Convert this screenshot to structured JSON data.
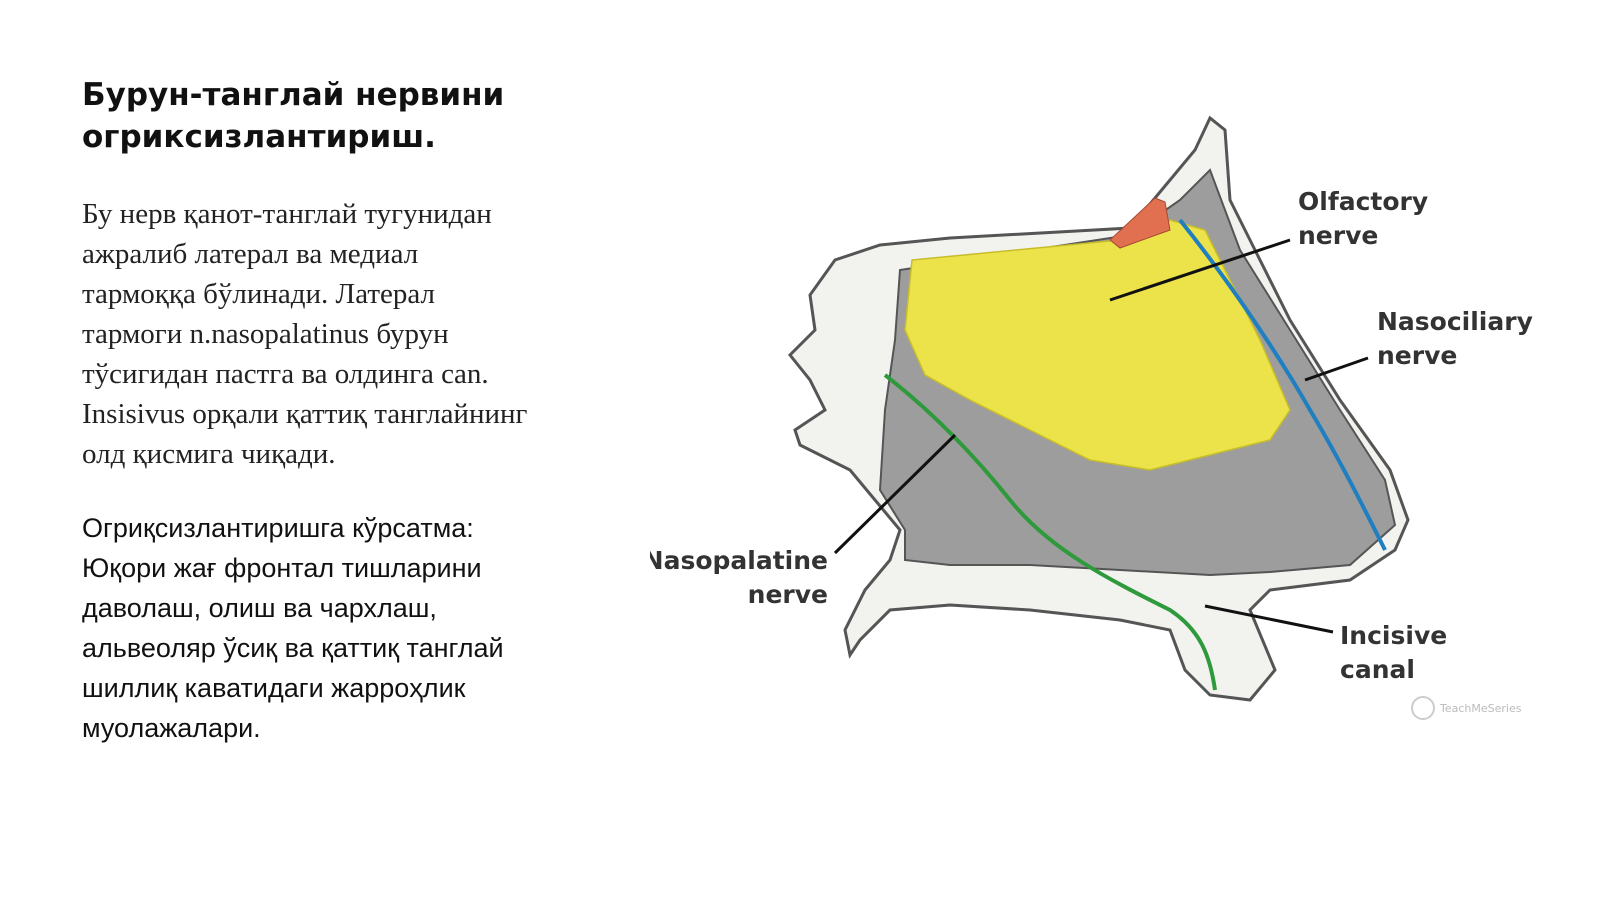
{
  "slide": {
    "title": "Бурун-танглай нервини\nогриксизлантириш.",
    "paragraph1": "Бу нерв қанот-танглай тугунидан\nажралиб латерал ва медиал\nтармоққа бўлинади. Латерал\nтармоги n.nasopalatinus бурун\nтўсигидан пастга ва олдинга can.\nInsisivus орқали қаттиқ танглайнинг\nолд қисмига чиқади.",
    "paragraph2": "Огриқсизлантиришга кўрсатма:\nЮқори жағ фронтал тишларини\nдаволаш, олиш ва чархлаш,\nальвеоляр ўсиқ ва қаттиқ танглай\nшиллиқ каватидаги жарроҳлик\nмуолажалари."
  },
  "figure": {
    "labels": {
      "olfactory": [
        "Olfactory",
        "nerve"
      ],
      "nasociliary": [
        "Nasociliary",
        "nerve"
      ],
      "nasopalatine": [
        "Nasopalatine",
        "nerve"
      ],
      "incisive": [
        "Incisive",
        "canal"
      ]
    },
    "watermark": "TeachMeSeries",
    "colors": {
      "olfactory": "#ece24a",
      "nasociliary": "#1f7fc0",
      "nasopalatine": "#2e9a3c",
      "cribriform": "#e0704f",
      "mucosa": "#9d9d9d",
      "bone": "#f2f2ef"
    }
  }
}
